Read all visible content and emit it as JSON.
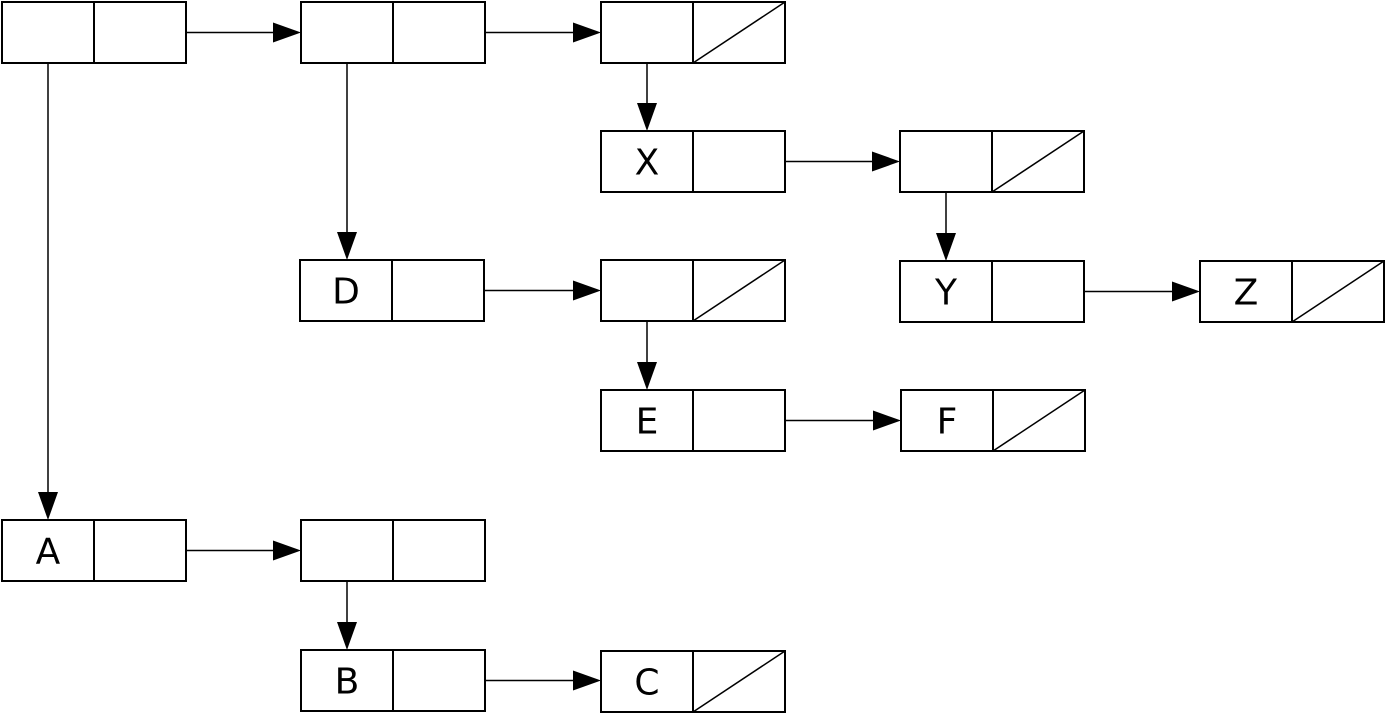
{
  "diagram": {
    "nodes": [
      {
        "id": "n1",
        "label": "",
        "nil": false
      },
      {
        "id": "n2",
        "label": "",
        "nil": false
      },
      {
        "id": "n3",
        "label": "",
        "nil": true
      },
      {
        "id": "n4",
        "label": "X",
        "nil": false
      },
      {
        "id": "n5",
        "label": "",
        "nil": true
      },
      {
        "id": "n6",
        "label": "D",
        "nil": false
      },
      {
        "id": "n7",
        "label": "",
        "nil": true
      },
      {
        "id": "n8",
        "label": "Y",
        "nil": false
      },
      {
        "id": "n9",
        "label": "Z",
        "nil": true
      },
      {
        "id": "n10",
        "label": "E",
        "nil": false
      },
      {
        "id": "n11",
        "label": "F",
        "nil": true
      },
      {
        "id": "n12",
        "label": "A",
        "nil": false
      },
      {
        "id": "n13",
        "label": "",
        "nil": false
      },
      {
        "id": "n14",
        "label": "B",
        "nil": false
      },
      {
        "id": "n15",
        "label": "C",
        "nil": true
      }
    ],
    "edges": [
      {
        "from": "n1",
        "to": "n2",
        "kind": "next"
      },
      {
        "from": "n2",
        "to": "n3",
        "kind": "next"
      },
      {
        "from": "n3",
        "to": "n4",
        "kind": "down"
      },
      {
        "from": "n4",
        "to": "n5",
        "kind": "next"
      },
      {
        "from": "n5",
        "to": "n8",
        "kind": "down"
      },
      {
        "from": "n8",
        "to": "n9",
        "kind": "next"
      },
      {
        "from": "n2",
        "to": "n6",
        "kind": "down"
      },
      {
        "from": "n6",
        "to": "n7",
        "kind": "next"
      },
      {
        "from": "n7",
        "to": "n10",
        "kind": "down"
      },
      {
        "from": "n10",
        "to": "n11",
        "kind": "next"
      },
      {
        "from": "n1",
        "to": "n12",
        "kind": "down"
      },
      {
        "from": "n12",
        "to": "n13",
        "kind": "next"
      },
      {
        "from": "n13",
        "to": "n14",
        "kind": "down"
      },
      {
        "from": "n14",
        "to": "n15",
        "kind": "next"
      }
    ]
  }
}
